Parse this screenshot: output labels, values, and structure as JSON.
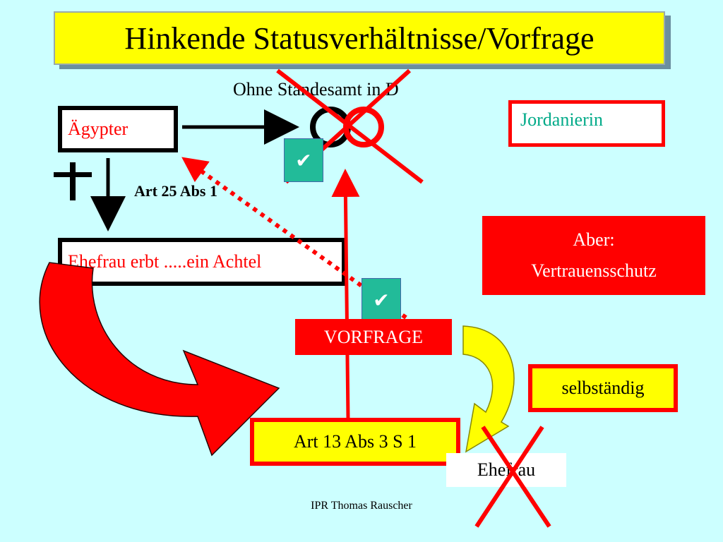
{
  "title": "Hinkende Statusverhältnisse/Vorfrage",
  "subtitle": "Ohne Standesamt in D",
  "boxes": {
    "aegypter": "Ägypter",
    "jordanierin": "Jordanierin",
    "ehefrau_erbt": "Ehefrau erbt .....ein Achtel",
    "aber_line1": "Aber:",
    "aber_line2": "Vertrauensschutz",
    "vorfrage": "VORFRAGE",
    "selbstaendig": "selbständig",
    "art13": "Art 13 Abs 3 S 1",
    "ehefrau": "Ehefrau"
  },
  "labels": {
    "art25": "Art 25 Abs 1"
  },
  "footer": "IPR Thomas Rauscher",
  "colors": {
    "background": "#ccffff",
    "title_fill": "#ffff00",
    "red": "#ff0000",
    "teal_text": "#00aa88",
    "check_fill": "#22bb99"
  },
  "icons": [
    "check-icon",
    "check-icon",
    "death-cross-icon",
    "marriage-ring-icon",
    "cross-out-mark"
  ]
}
